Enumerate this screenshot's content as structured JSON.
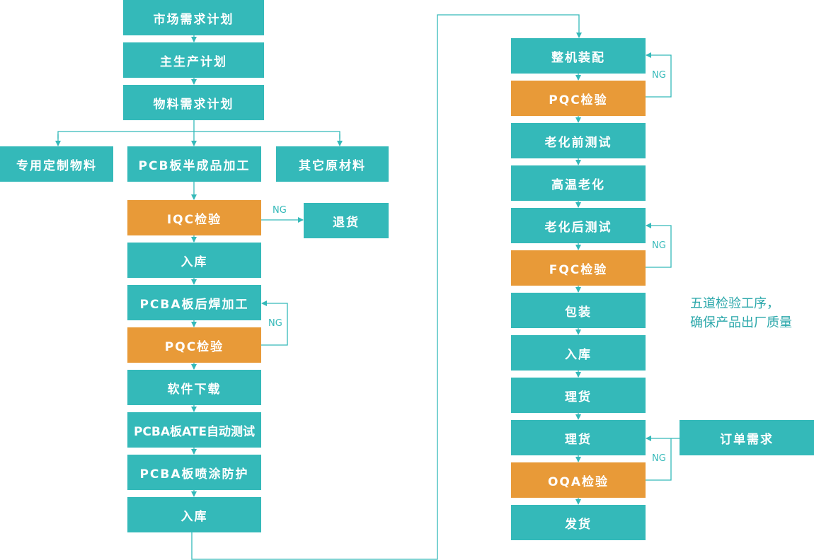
{
  "colors": {
    "process": "#34b9b9",
    "inspection": "#e89a38",
    "connector": "#34b9b9"
  },
  "planning": {
    "market_demand_plan": "市场需求计划",
    "master_production_plan": "主生产计划",
    "material_requirement_plan": "物料需求计划"
  },
  "materials": {
    "custom_materials": "专用定制物料",
    "pcb_semi_processing": "PCB板半成品加工",
    "other_raw_materials": "其它原材料"
  },
  "left_flow": {
    "iqc": "IQC检验",
    "return_goods": "退货",
    "warehousing_1": "入库",
    "pcba_post_welding": "PCBA板后焊加工",
    "pqc": "PQC检验",
    "software_download": "软件下载",
    "pcba_ate_test": "PCBA板ATE自动测试",
    "pcba_spray_coating": "PCBA板喷涂防护",
    "warehousing_2": "入库"
  },
  "right_flow": {
    "assembly": "整机装配",
    "pqc": "PQC检验",
    "pre_aging_test": "老化前测试",
    "high_temp_aging": "高温老化",
    "post_aging_test": "老化后测试",
    "fqc": "FQC检验",
    "packaging": "包装",
    "warehousing": "入库",
    "sorting_1": "理货",
    "sorting_2": "理货",
    "oqa": "OQA检验",
    "shipping": "发货",
    "order_demand": "订单需求"
  },
  "labels": {
    "ng": "NG"
  },
  "note": {
    "line1": "五道检验工序，",
    "line2": "确保产品出厂质量"
  }
}
